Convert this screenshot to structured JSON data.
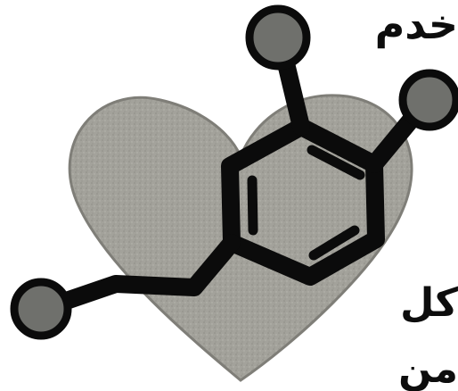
{
  "text_fragments": [
    "خدم",
    "كل",
    "من"
  ],
  "colors": {
    "heart_fill": "#a3a29b",
    "heart_stroke": "#7f7e78",
    "bond": "#0b0b0b",
    "atom_fill": "#6f706c",
    "text": "#0d0d0d"
  },
  "icon": "dopamine-heart-icon"
}
